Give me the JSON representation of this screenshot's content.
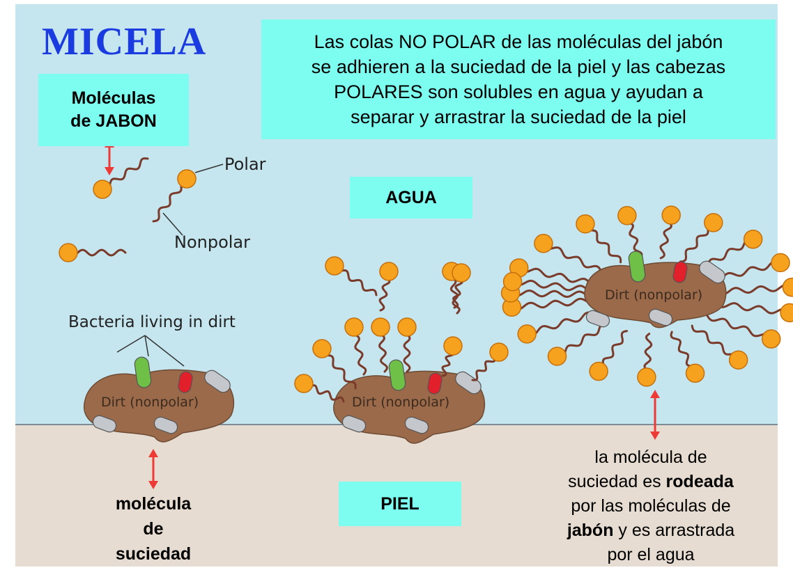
{
  "title": "MICELA",
  "description": {
    "line1": "Las colas NO POLAR de las moléculas del jabón",
    "line2": "se adhieren a la suciedad de la piel y las cabezas",
    "line3": "POLARES son solubles en agua y ayudan a",
    "line4": "separar y arrastrar la suciedad de la piel"
  },
  "soap_label": {
    "line1": "Moléculas",
    "line2": "de JABON"
  },
  "water_label": "AGUA",
  "skin_label": "PIEL",
  "dirt_molecule_label": {
    "line1": "molécula",
    "line2": "de",
    "line3": "suciedad"
  },
  "surrounded_label": {
    "line1": "la molécula de",
    "line2_pre": "suciedad es ",
    "line2_bold": "rodeada",
    "line3": "por las moléculas de",
    "line4_bold": "jabón",
    "line4_post": " y es arrastrada",
    "line5": "por el agua"
  },
  "figure_labels": {
    "polar": "Polar",
    "nonpolar": "Nonpolar",
    "bacteria": "Bacteria living in dirt",
    "dirt": "Dirt (nonpolar)"
  },
  "colors": {
    "water": "#c5e6ef",
    "skin": "#e6dcd1",
    "label_box": "#7dfdf0",
    "title": "#1a3be0",
    "dirt": "#9b6a4a",
    "soap_head": "#f7a21e",
    "arrow": "#ee3a36",
    "bacteria_green": "#6ec046",
    "bacteria_red": "#e2202c",
    "bacteria_gray": "#c4c8cc"
  }
}
